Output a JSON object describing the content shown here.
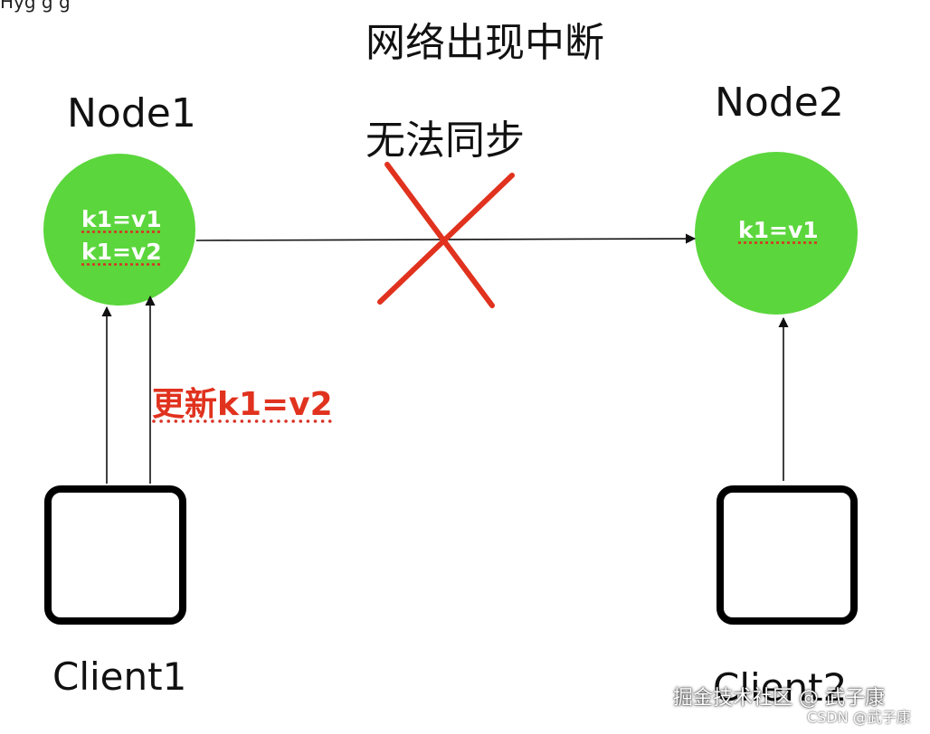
{
  "diagram": {
    "top_cut_text": "Hyg  g  g",
    "title": "网络出现中断",
    "sync_status": "无法同步",
    "node1": {
      "label": "Node1",
      "values": [
        "k1=v1",
        "k1=v2"
      ]
    },
    "node2": {
      "label": "Node2",
      "values": [
        "k1=v1"
      ]
    },
    "client1": {
      "label": "Client1"
    },
    "client2": {
      "label": "Client2"
    },
    "update_label": "更新k1=v2",
    "watermark_main": "掘金技术社区 @ 武子康",
    "watermark_csdn": "CSDN @武子康"
  },
  "colors": {
    "node_fill": "#5bd63c",
    "cross": "#e0321e",
    "update_text": "#e0321e",
    "line": "#111111",
    "client_border": "#000000"
  }
}
